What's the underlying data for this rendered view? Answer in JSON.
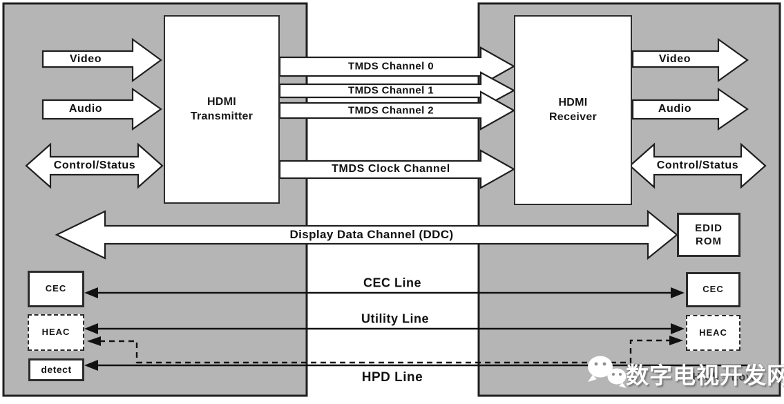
{
  "source_panel": {
    "transmitter": {
      "line1": "HDMI",
      "line2": "Transmitter"
    },
    "video": "Video",
    "audio": "Audio",
    "control_status": "Control/Status",
    "cec": "CEC",
    "heac": "HEAC",
    "detect": "detect"
  },
  "sink_panel": {
    "receiver": {
      "line1": "HDMI",
      "line2": "Receiver"
    },
    "video": "Video",
    "audio": "Audio",
    "control_status": "Control/Status",
    "edid": {
      "line1": "EDID",
      "line2": "ROM"
    },
    "cec": "CEC",
    "heac": "HEAC",
    "hpd_note": "High→Low"
  },
  "links": {
    "tmds0": "TMDS Channel 0",
    "tmds1": "TMDS Channel 1",
    "tmds2": "TMDS Channel 2",
    "tmds_clock": "TMDS Clock Channel",
    "ddc": "Display Data Channel (DDC)",
    "cec_line": "CEC Line",
    "utility_line": "Utility Line",
    "hpd_line": "HPD Line"
  },
  "watermark": {
    "text": "数字电视开发网",
    "icon": "wechat-icon"
  },
  "colors": {
    "panel_gray": "#b5b5b5",
    "outline": "#1f1f1f",
    "fill_white": "#ffffff",
    "watermark_white": "#ffffff"
  }
}
